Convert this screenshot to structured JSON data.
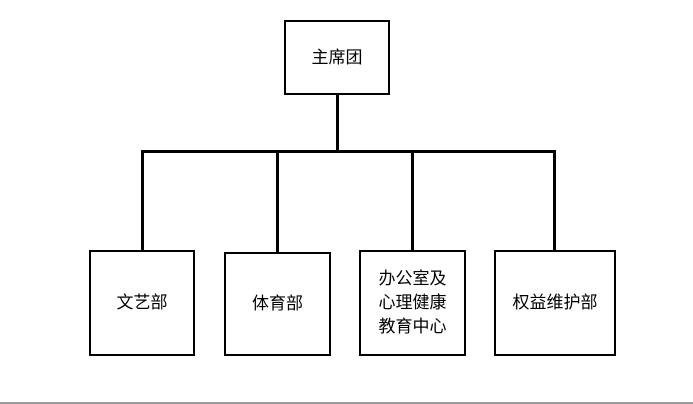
{
  "org_chart": {
    "root": {
      "label": "主席团"
    },
    "departments": [
      {
        "label": "文艺部"
      },
      {
        "label": "体育部"
      },
      {
        "label": "办公室及\n心理健康\n教育中心"
      },
      {
        "label": "权益维护部"
      }
    ]
  }
}
